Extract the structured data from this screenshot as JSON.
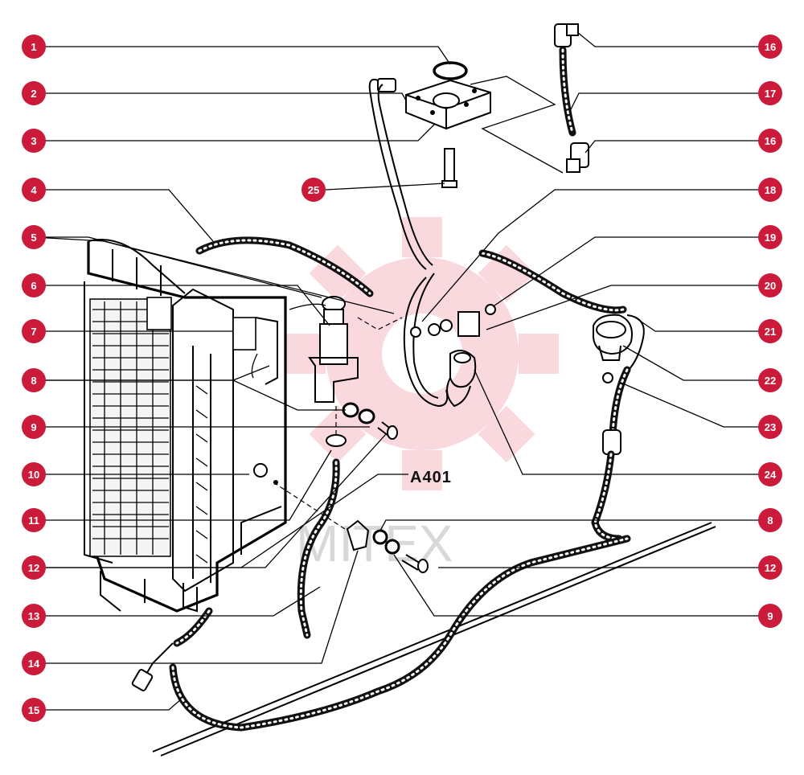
{
  "watermark": {
    "text": "MITEX"
  },
  "figure_code": "A401",
  "callouts_left": [
    "1",
    "2",
    "3",
    "4",
    "5",
    "6",
    "7",
    "8",
    "9",
    "10",
    "11",
    "12",
    "13",
    "14",
    "15"
  ],
  "callouts_right": [
    "16",
    "17",
    "16",
    "18",
    "19",
    "20",
    "21",
    "22",
    "23",
    "24",
    "8",
    "12",
    "9"
  ],
  "callout_mid": "25",
  "colors": {
    "badge": "#cc1b3a",
    "line": "#000000",
    "watermark": "#f6c9cf"
  }
}
